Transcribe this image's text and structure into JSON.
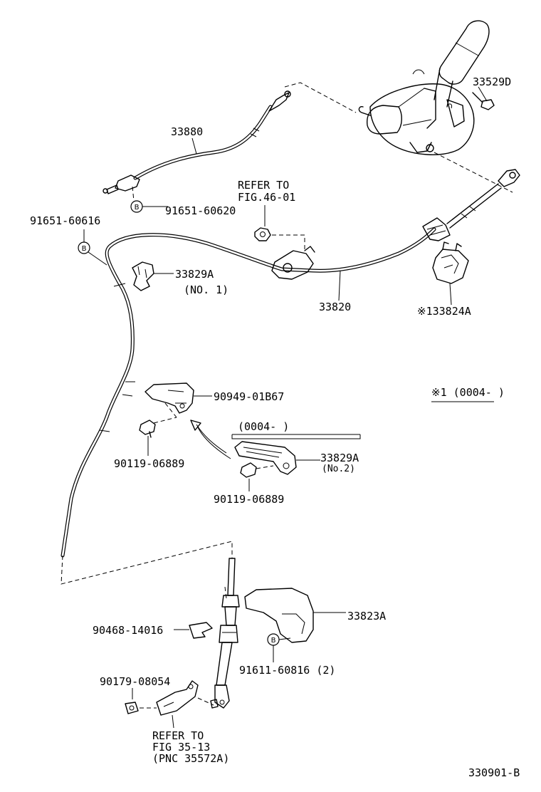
{
  "labels": {
    "p33529D": "33529D",
    "p33880": "33880",
    "p91651_60620": "91651-60620",
    "refer46_l1": "REFER TO",
    "refer46_l2": "FIG.46-01",
    "p91651_60616": "91651-60616",
    "p33829A_1": "33829A",
    "no1": "(NO. 1)",
    "p33820": "33820",
    "p133824A": "※133824A",
    "note1": "※1 (0004-  )",
    "p90949": "90949-01B67",
    "range0004": "(0004-  )",
    "p90119_a": "90119-06889",
    "p33829A_2": "33829A",
    "no2": "(No.2)",
    "p90119_b": "90119-06889",
    "p33823A": "33823A",
    "p90468": "90468-14016",
    "p91611": "91611-60816 (2)",
    "p90179": "90179-08054",
    "refer35_l1": "REFER TO",
    "refer35_l2": "FIG 35-13",
    "refer35_l3": "(PNC 35572A)",
    "fig_id": "330901-B"
  },
  "bubbles": {
    "b1": "B",
    "b2": "B",
    "b3": "B"
  }
}
